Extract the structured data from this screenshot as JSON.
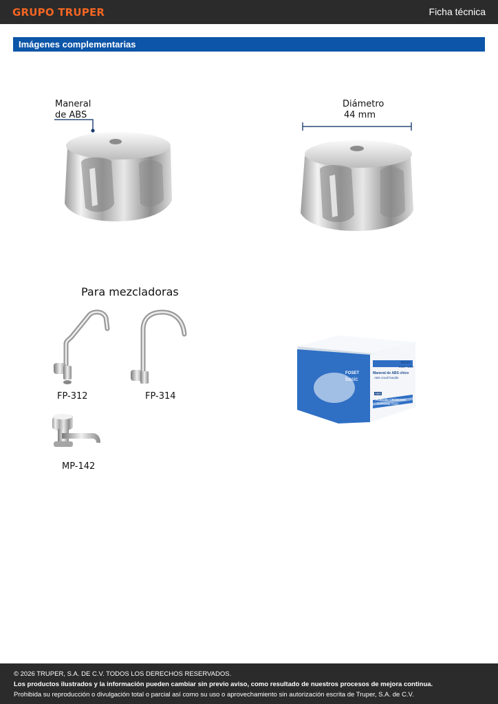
{
  "header": {
    "brand": "GRUPO TRUPER",
    "doc_type": "Ficha técnica"
  },
  "section": {
    "title": "Imágenes complementarias"
  },
  "callouts": {
    "material_line1": "Maneral",
    "material_line2": "de ABS",
    "diameter_line1": "Diámetro",
    "diameter_line2": "44 mm"
  },
  "compat": {
    "title": "Para mezcladoras",
    "models": [
      "FP-312",
      "FP-314",
      "MP-142"
    ]
  },
  "package": {
    "code": "49030",
    "sku": "MMP-100I",
    "brand": "FOSET",
    "line": "basic",
    "name_es": "Maneral de ABS chico",
    "name_en": "ABS small handle",
    "finish_es": "Acabado CROMADO",
    "finish_en": "CHROME finish",
    "material": "ABS"
  },
  "footer": {
    "copyright": "© 2026 TRUPER, S.A. DE C.V. TODOS LOS DERECHOS RESERVADOS.",
    "notice": "Los productos ilustrados y la información pueden cambiar sin previo aviso, como resultado de nuestros procesos de mejora continua.",
    "prohibition": "Prohibida su reproducción o divulgación total o parcial así como su uso o aprovechamiento sin autorización escrita de Truper, S.A. de C.V."
  }
}
